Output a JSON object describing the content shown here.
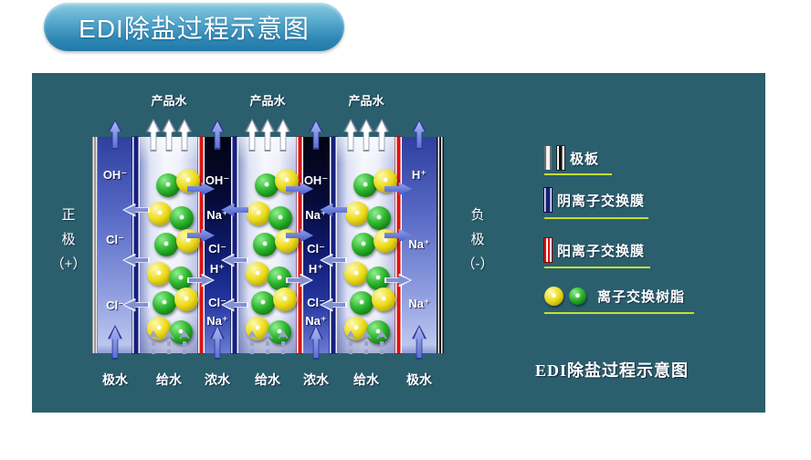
{
  "title_badge": "EDI除盐过程示意图",
  "caption": "EDI除盐过程示意图",
  "product_water_label": "产品水",
  "electrode_labels": {
    "left": [
      "正",
      "极",
      "（+）"
    ],
    "right": [
      "负",
      "极",
      "（-）"
    ]
  },
  "bottom_channels": [
    "极水",
    "给水",
    "浓水",
    "给水",
    "浓水",
    "给水",
    "极水"
  ],
  "ion_sets": {
    "left_polar": [
      "OH⁻",
      "Cl⁻",
      "Cl⁻"
    ],
    "concentrate": [
      "OH⁻",
      "Na⁺",
      "Cl⁻",
      "H⁺",
      "Cl⁻",
      "Na⁺"
    ],
    "right_polar": [
      "H⁺",
      "Na⁺",
      "Na⁺"
    ]
  },
  "legend": {
    "items": [
      {
        "icon": "electrode-plate-icon",
        "label": "极板"
      },
      {
        "icon": "anion-membrane-icon",
        "label": "阴离子交换膜"
      },
      {
        "icon": "cation-membrane-icon",
        "label": "阳离子交换膜"
      },
      {
        "icon": "resin-beads-icon",
        "label": "离子交换树脂"
      }
    ]
  },
  "colors": {
    "panel_bg": "#2b5f6e",
    "badge_top": "#8ecade",
    "badge_bottom": "#1f79a8",
    "underline": "#c3e02e",
    "anion_membrane": "#16207c",
    "cation_membrane": "#de1212",
    "resin_green": "#2eb52e",
    "resin_yellow": "#ecda16"
  }
}
